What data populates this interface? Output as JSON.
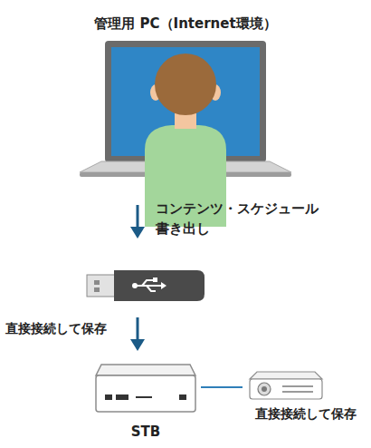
{
  "diagram": {
    "nodes": [
      {
        "text": [
          "管理用 PC（Internet環境）"
        ]
      },
      {
        "text": [
          "STB"
        ]
      },
      {
        "text": [
          "直接接続して保存"
        ]
      }
    ],
    "edges": [
      {
        "from": 1,
        "to": 2,
        "arrow": "none"
      }
    ],
    "labels": [
      "コンテンツ・スケジュール 書き出し",
      "直接接続して保存"
    ]
  }
}
